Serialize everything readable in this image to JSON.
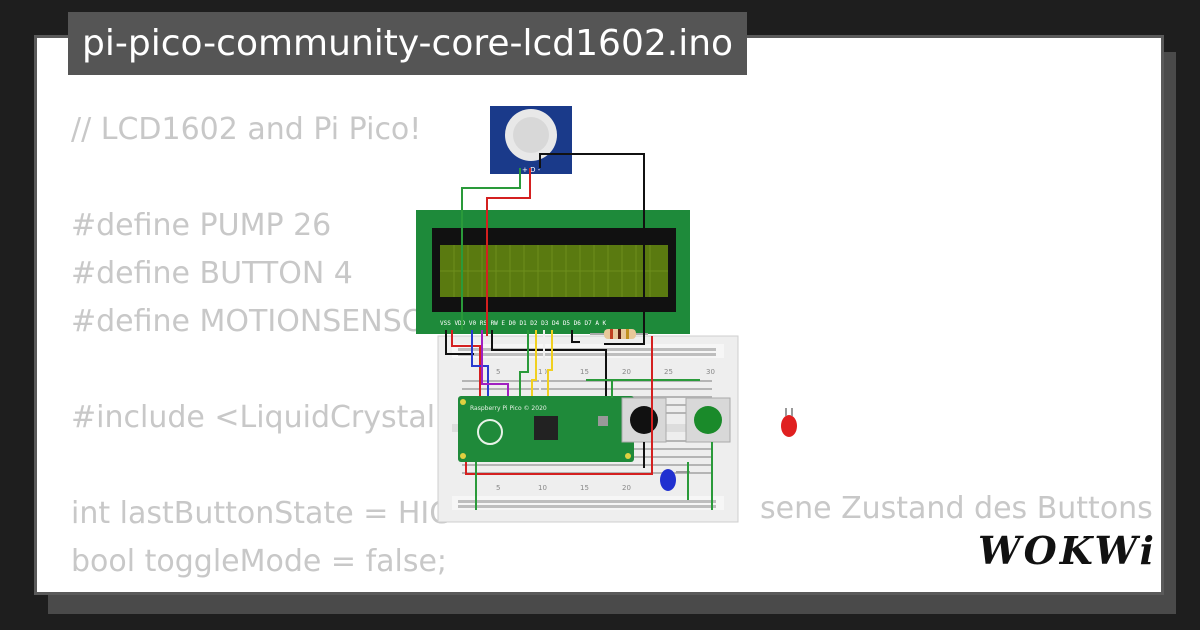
{
  "title": "pi-pico-community-core-lcd1602.ino",
  "code_lines": [
    "// LCD1602 and Pi Pico!",
    "",
    "#define PUMP 26",
    "#define BUTTON 4",
    "#define MOTIONSENSO",
    "",
    "#include <LiquidCrystal.h",
    "",
    "int lastButtonState = HIG",
    "bool toggleMode = false;"
  ],
  "code_fragments": {
    "line9_tail": "sene Zustand des Buttons"
  },
  "components": {
    "pir_pins": "+ D -",
    "lcd_pin_labels": "VSS VDD V0 RS RW E  D0 D1 D2 D3 D4 D5 D6 D7 A  K",
    "breadboard_numbers": [
      "5",
      "10",
      "15",
      "20",
      "25",
      "30"
    ],
    "pico_label": "Raspberry Pi Pico © 2020",
    "lcd_screen_color": "#5a7a10",
    "lcd_board_color": "#1e8a3a",
    "pir_color": "#1a3a8a",
    "button1_cap_color": "#111111",
    "button2_cap_color": "#1a8a2a",
    "led_red_color": "#e02020",
    "led_blue_color": "#2030d0"
  },
  "brand": "WOKWi"
}
